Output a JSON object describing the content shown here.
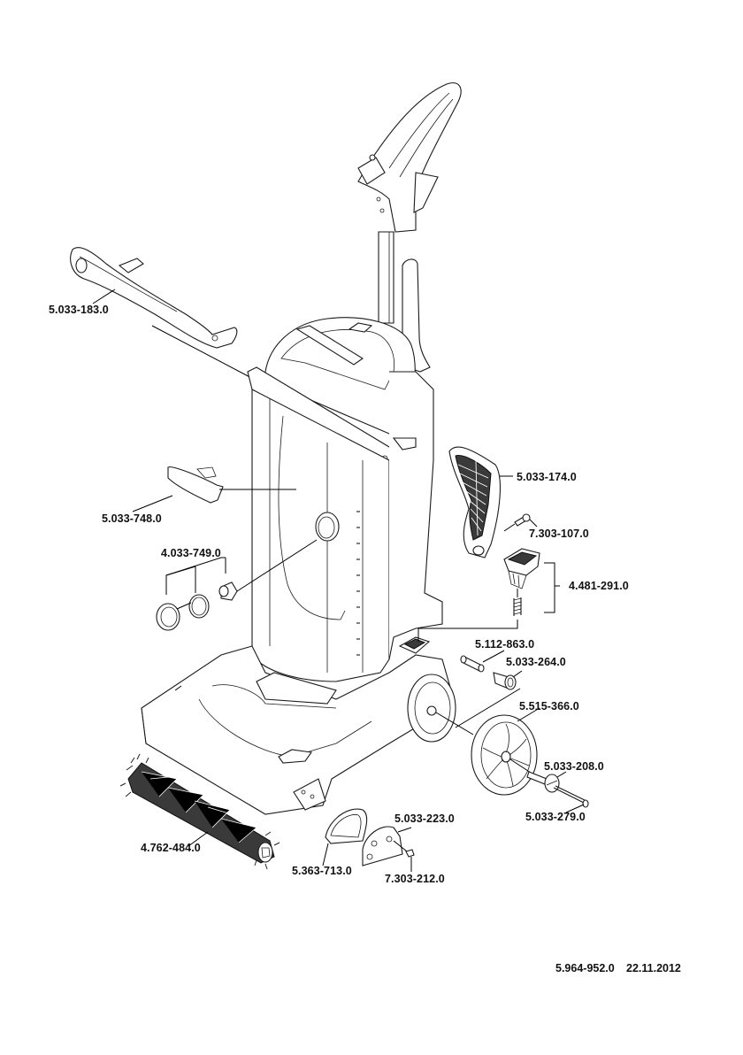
{
  "document": {
    "type": "exploded parts diagram",
    "subject": "upright carpet cleaner"
  },
  "parts": [
    {
      "id": "p1",
      "number": "5.033-183.0",
      "component": "carry handle"
    },
    {
      "id": "p2",
      "number": "5.033-748.0",
      "component": "tank handle / latch"
    },
    {
      "id": "p3",
      "number": "4.033-749.0",
      "component": "knob assembly (cap, o-ring, insert)"
    },
    {
      "id": "p4",
      "number": "5.033-174.0",
      "component": "rear cover grille"
    },
    {
      "id": "p5",
      "number": "7.303-107.0",
      "component": "screw"
    },
    {
      "id": "p6",
      "number": "4.481-291.0",
      "component": "pedal with spring"
    },
    {
      "id": "p7",
      "number": "5.112-863.0",
      "component": "axle pin"
    },
    {
      "id": "p8",
      "number": "5.033-264.0",
      "component": "bushing"
    },
    {
      "id": "p9",
      "number": "5.515-366.0",
      "component": "wheel"
    },
    {
      "id": "p10",
      "number": "5.033-208.0",
      "component": "hub cap"
    },
    {
      "id": "p11",
      "number": "5.033-279.0",
      "component": "wheel screw"
    },
    {
      "id": "p12",
      "number": "4.762-484.0",
      "component": "brush roller"
    },
    {
      "id": "p13",
      "number": "5.363-713.0",
      "component": "gasket"
    },
    {
      "id": "p14",
      "number": "5.033-223.0",
      "component": "side cover"
    },
    {
      "id": "p15",
      "number": "7.303-212.0",
      "component": "screw"
    }
  ],
  "footer": {
    "doc_number": "5.964-952.0",
    "date": "22.11.2012"
  }
}
